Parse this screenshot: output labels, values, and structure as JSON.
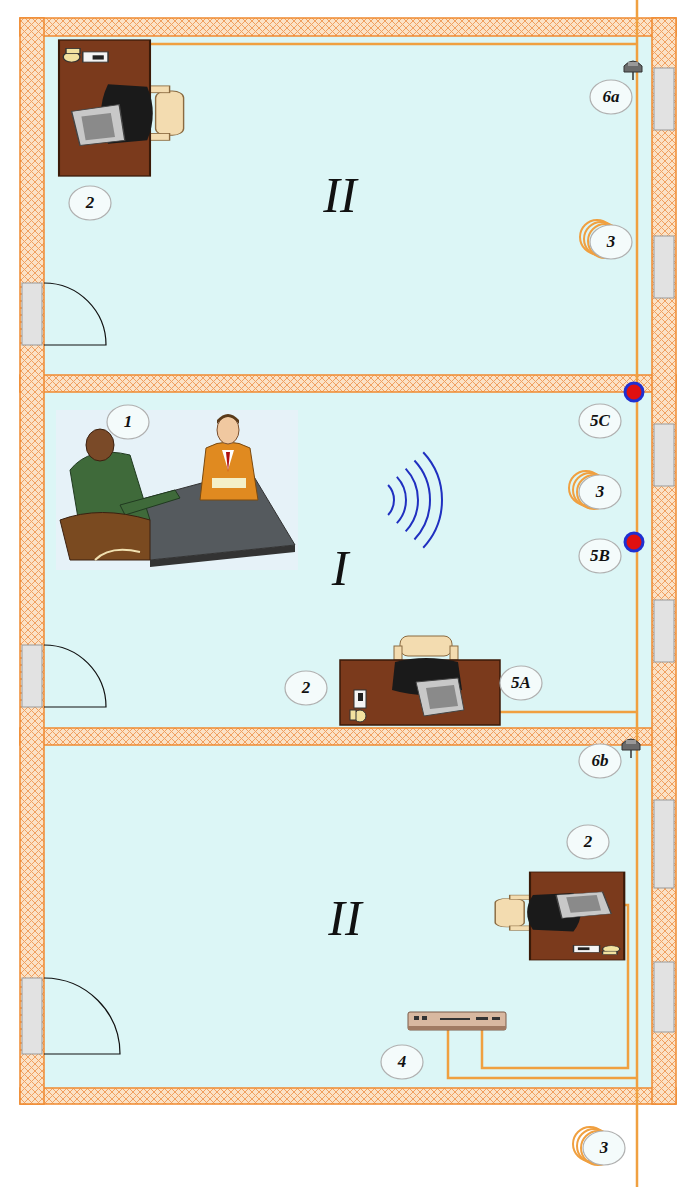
{
  "diagram": {
    "nodes": [
      {
        "text": [
          "6a"
        ]
      },
      {
        "text": [
          "2"
        ]
      },
      {
        "text": [
          "3"
        ]
      },
      {
        "text": [
          "1"
        ]
      },
      {
        "text": [
          "5C"
        ]
      },
      {
        "text": [
          "3"
        ]
      },
      {
        "text": [
          "5B"
        ]
      },
      {
        "text": [
          "2"
        ]
      },
      {
        "text": [
          "5A"
        ]
      },
      {
        "text": [
          "6b"
        ]
      },
      {
        "text": [
          "2"
        ]
      },
      {
        "text": [
          "4"
        ]
      },
      {
        "text": [
          "3"
        ]
      }
    ],
    "labels": [
      "II",
      "I",
      "II"
    ]
  }
}
